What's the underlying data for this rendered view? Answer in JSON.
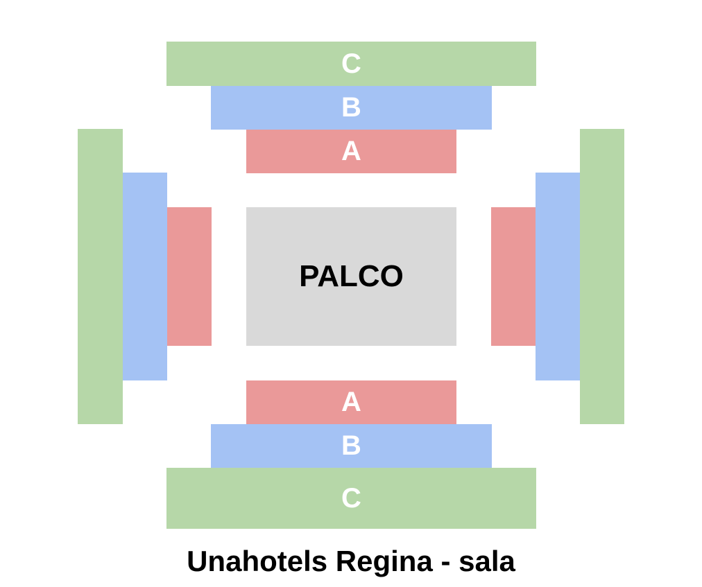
{
  "title": "Unahotels Regina - sala",
  "stage": {
    "label": "PALCO"
  },
  "sectors": {
    "top_c": "C",
    "top_b": "B",
    "top_a": "A",
    "bottom_a": "A",
    "bottom_b": "B",
    "bottom_c": "C"
  },
  "colors": {
    "sector_c": "#b6d7a8",
    "sector_b": "#a4c2f4",
    "sector_a": "#ea9999",
    "stage": "#d9d9d9"
  }
}
